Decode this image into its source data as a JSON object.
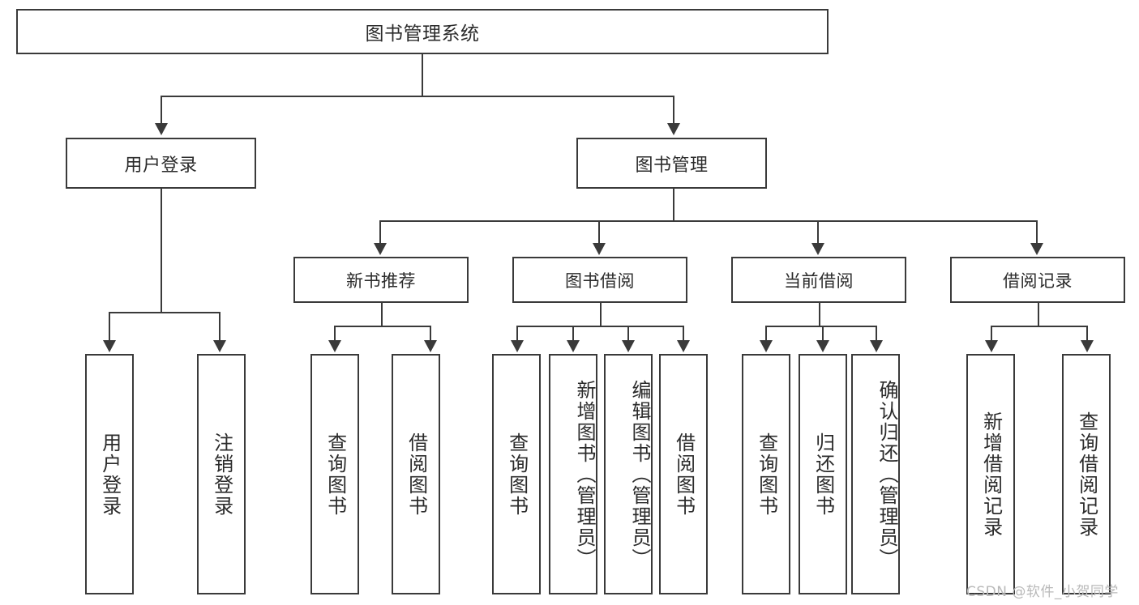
{
  "diagram": {
    "title": "图书管理系统",
    "root": {
      "label": "图书管理系统"
    },
    "level2": [
      {
        "label": "用户登录"
      },
      {
        "label": "图书管理"
      }
    ],
    "level3": [
      {
        "label": "新书推荐"
      },
      {
        "label": "图书借阅"
      },
      {
        "label": "当前借阅"
      },
      {
        "label": "借阅记录"
      }
    ],
    "leaves": {
      "user_login": [
        {
          "label": "用户登录"
        },
        {
          "label": "注销登录"
        }
      ],
      "new_book_recommend": [
        {
          "label": "查询图书"
        },
        {
          "label": "借阅图书"
        }
      ],
      "book_borrow": [
        {
          "label": "查询图书"
        },
        {
          "label": "新增图书（管理员）"
        },
        {
          "label": "编辑图书（管理员）"
        },
        {
          "label": "借阅图书"
        }
      ],
      "current_borrow": [
        {
          "label": "查询图书"
        },
        {
          "label": "归还图书"
        },
        {
          "label": "确认归还（管理员）"
        }
      ],
      "borrow_record": [
        {
          "label": "新增借阅记录"
        },
        {
          "label": "查询借阅记录"
        }
      ]
    }
  },
  "watermark": {
    "text": "CSDN @软件_小贺同学"
  },
  "colors": {
    "stroke": "#3a3a3a",
    "text": "#2b2b2b",
    "background": "#ffffff",
    "watermark": "#b9b9b9"
  }
}
